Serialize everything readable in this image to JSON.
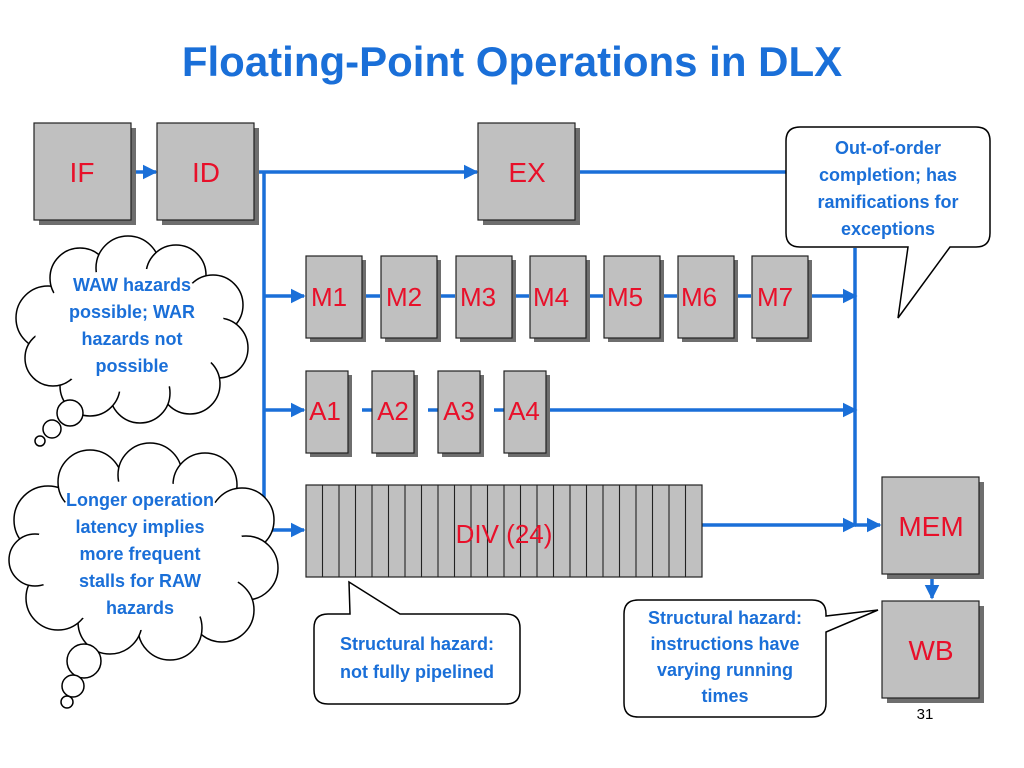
{
  "title": "Floating-Point Operations in DLX",
  "stages": {
    "if": "IF",
    "id": "ID",
    "ex": "EX",
    "mem": "MEM",
    "wb": "WB",
    "multiplier": [
      "M1",
      "M2",
      "M3",
      "M4",
      "M5",
      "M6",
      "M7"
    ],
    "adder": [
      "A1",
      "A2",
      "A3",
      "A4"
    ],
    "divider": "DIV (24)"
  },
  "notes": {
    "out_of_order": [
      "Out-of-order",
      "completion; has",
      "ramifications for",
      "exceptions"
    ],
    "waw_war": [
      "WAW hazards",
      "possible; WAR",
      "hazards not",
      "possible"
    ],
    "latency": [
      "Longer operation",
      "latency implies",
      "more frequent",
      "stalls for RAW",
      "hazards"
    ],
    "not_pipelined": [
      "Structural hazard:",
      "not fully pipelined"
    ],
    "varying_times": [
      "Structural hazard:",
      "instructions have",
      "varying running",
      "times"
    ]
  },
  "page_number": "31",
  "colors": {
    "title": "#1a6fd8",
    "stage_text": "#e8102a",
    "wire": "#1a6fd8",
    "box_fill": "#c0c0c0",
    "note_text": "#1a6fd8"
  }
}
